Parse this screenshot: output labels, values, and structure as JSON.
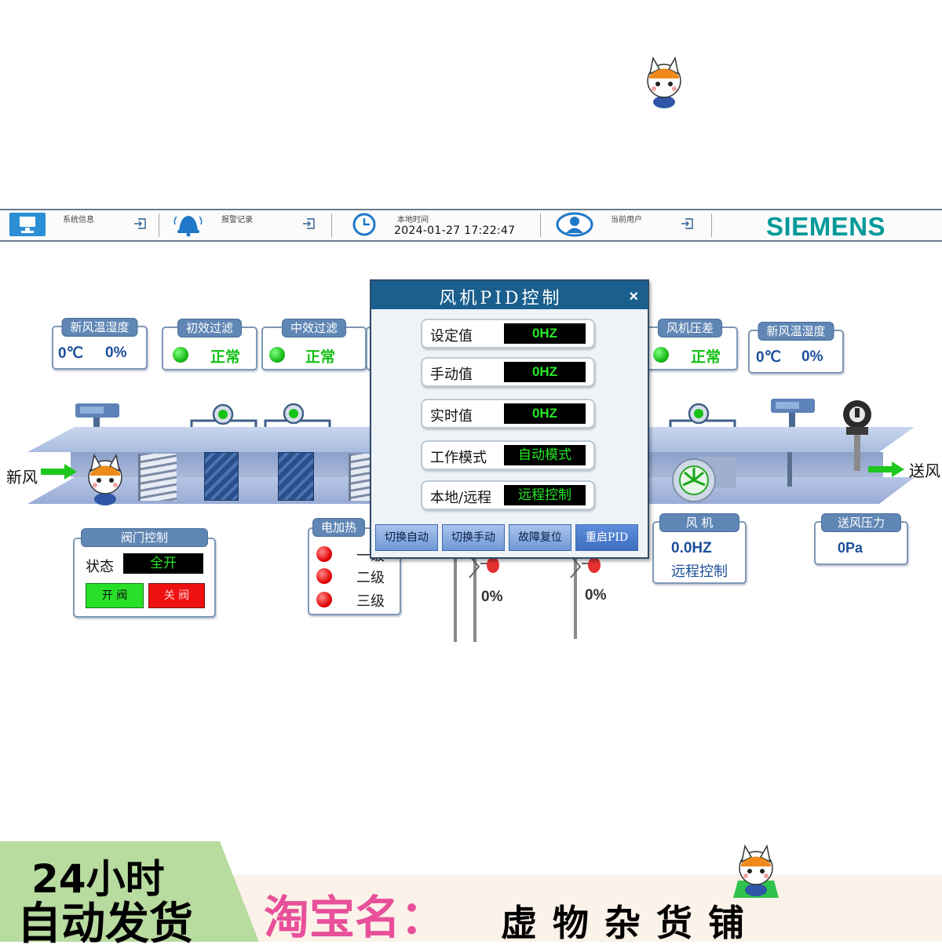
{
  "topbar": {
    "system_info": "系统信息",
    "alarm_log": "报警记录",
    "local_time_label": "本地时间",
    "local_time": "2024-01-27  17:22:47",
    "current_user": "当前用户",
    "brand": "SIEMENS"
  },
  "panels": {
    "fresh_air_left": {
      "title": "新风温湿度",
      "temp": "0℃",
      "humidity": "0%"
    },
    "primary_filter": {
      "title": "初效过滤",
      "status": "正常"
    },
    "medium_filter": {
      "title": "中效过滤",
      "status": "正常"
    },
    "fan_pressure": {
      "title": "风机压差",
      "status": "正常"
    },
    "fresh_air_right": {
      "title": "新风温湿度",
      "temp": "0℃",
      "humidity": "0%"
    },
    "valve_control": {
      "title": "阀门控制",
      "state_label": "状态",
      "state_value": "全开",
      "open_button": "开 阀",
      "close_button": "关 阀"
    },
    "electric_heating": {
      "title": "电加热",
      "stages": [
        "一级",
        "二级",
        "三级"
      ]
    },
    "fan": {
      "title": "风 机",
      "frequency": "0.0HZ",
      "mode": "远程控制"
    },
    "supply_pressure": {
      "title": "送风压力",
      "value": "0Pa"
    }
  },
  "duct": {
    "inlet_label": "新风",
    "outlet_label": "送风"
  },
  "valves": [
    {
      "percent": "0%"
    },
    {
      "percent": "0%"
    }
  ],
  "dialog": {
    "title": "风机PID控制",
    "close": "×",
    "rows": [
      {
        "label": "设定值",
        "value": "0HZ"
      },
      {
        "label": "手动值",
        "value": "0HZ"
      },
      {
        "label": "实时值",
        "value": "0HZ"
      },
      {
        "label": "工作模式",
        "value": "自动模式"
      },
      {
        "label": "本地/远程",
        "value": "远程控制"
      }
    ],
    "buttons": [
      "切换自动",
      "切换手动",
      "故障复位",
      "重启PID"
    ]
  },
  "promo": {
    "line1": "24小时",
    "line2": "自动发货",
    "shop_label": "淘宝名：",
    "shop_name": "虚 物 杂 货 铺"
  },
  "colors": {
    "accent_teal": "#009999",
    "ok_green": "#16b516",
    "alarm_red": "#e00000",
    "panel_title_blue": "#5f86b4",
    "dialog_header": "#1a5f8e"
  }
}
